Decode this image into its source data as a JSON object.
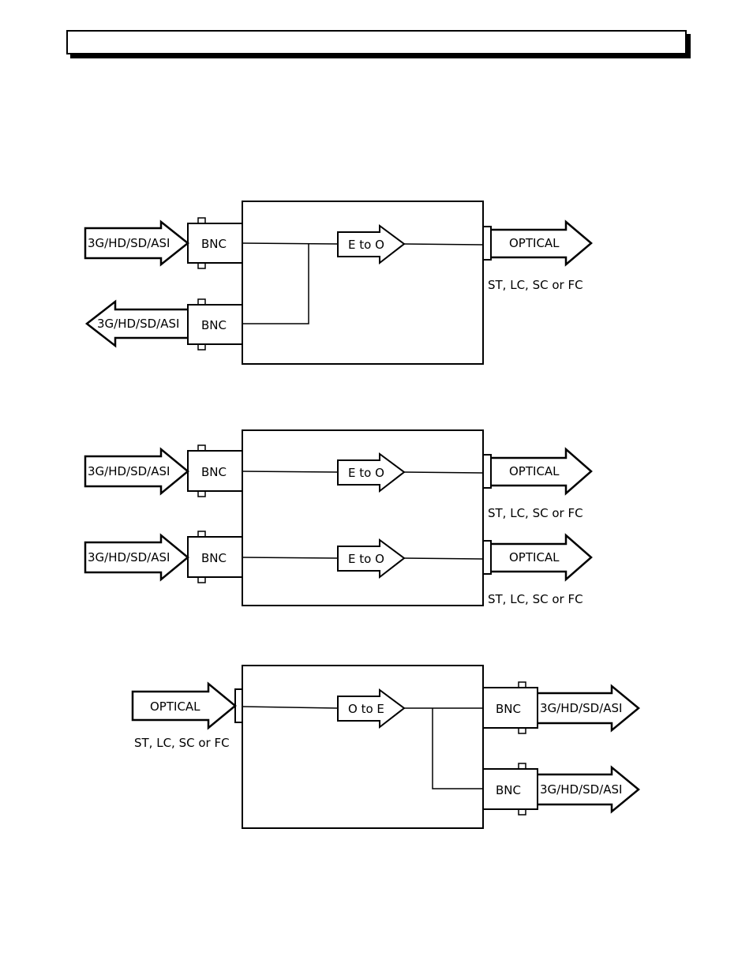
{
  "header": {
    "title": ""
  },
  "labels": {
    "signal": "3G/HD/SD/ASI",
    "bnc": "BNC",
    "optical": "OPTICAL",
    "connectors": "ST, LC, SC or FC",
    "e_to_o": "E to O",
    "o_to_e": "O to E"
  }
}
